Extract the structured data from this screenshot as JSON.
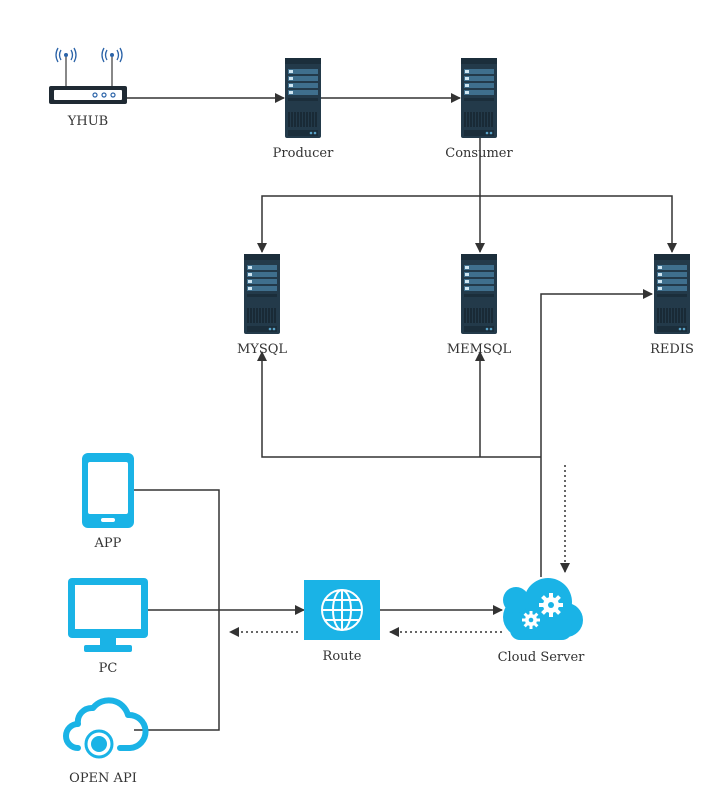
{
  "nodes": {
    "yhub": "YHUB",
    "producer": "Producer",
    "consumer": "Consumer",
    "mysql": "MYSQL",
    "memsql": "MEMSQL",
    "redis": "REDIS",
    "app": "APP",
    "pc": "PC",
    "open_api": "OPEN API",
    "route": "Route",
    "cloud_server": "Cloud Server"
  },
  "colors": {
    "server_body": "#233a4a",
    "server_slot": "#5aa3c8",
    "device_blue": "#1ab3e6",
    "line": "#333333"
  }
}
